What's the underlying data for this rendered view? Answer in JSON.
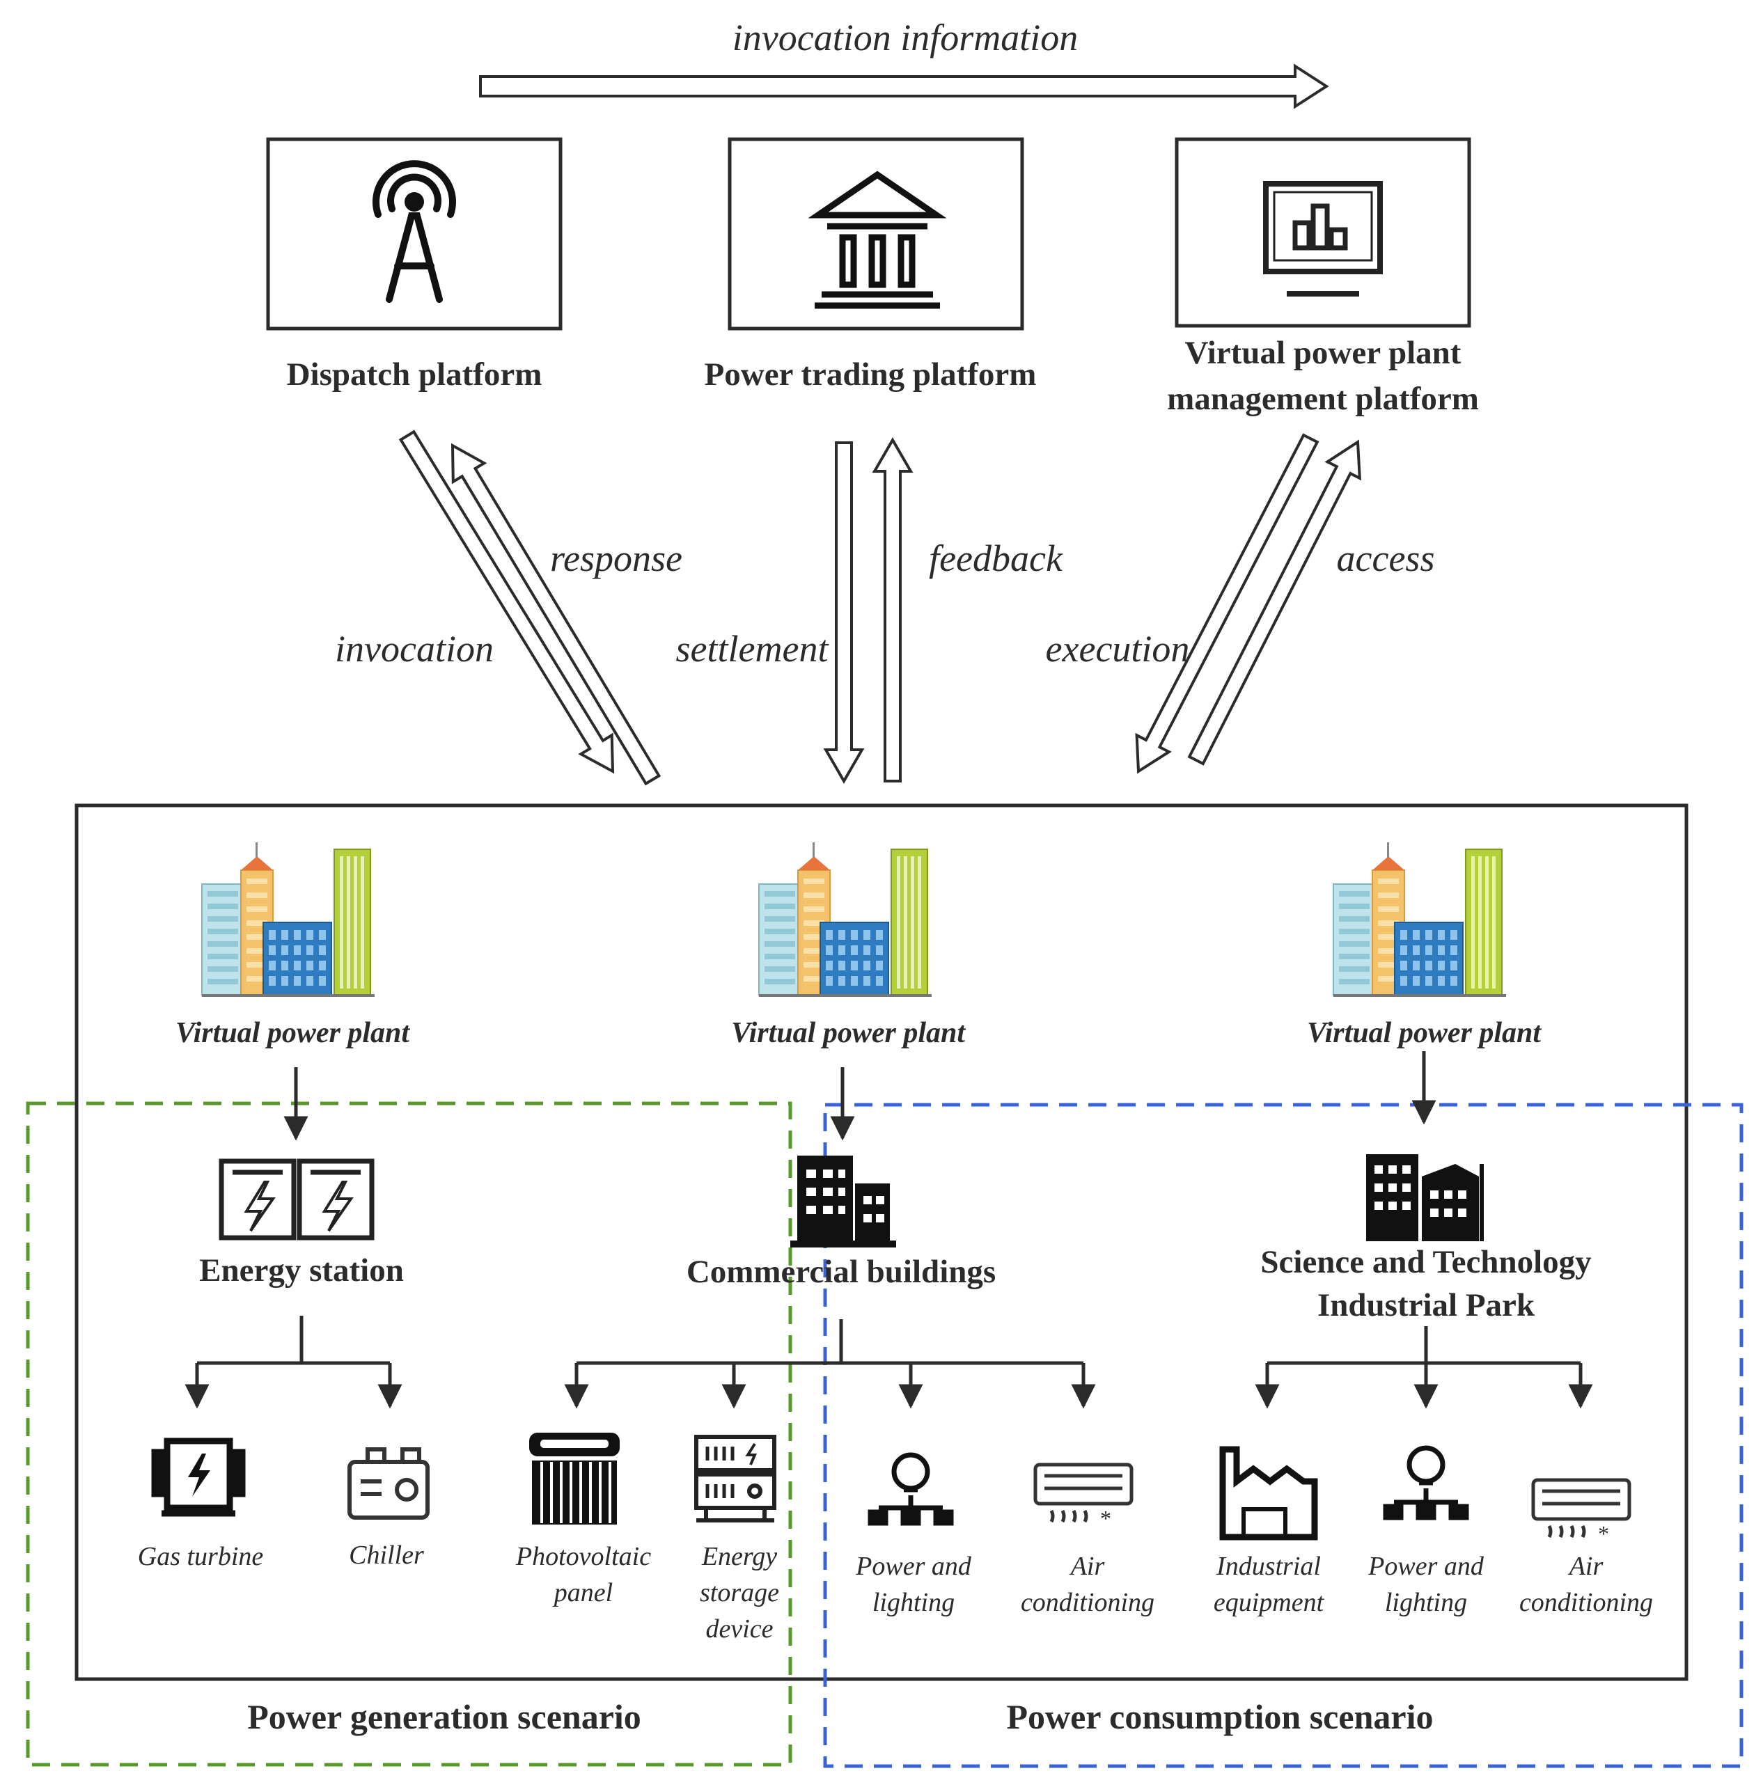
{
  "top_arrow": {
    "label": "invocation information"
  },
  "platforms": [
    {
      "id": "dispatch",
      "label_lines": [
        "Dispatch platform"
      ],
      "icon": "signal-tower-icon"
    },
    {
      "id": "trading",
      "label_lines": [
        "Power trading platform"
      ],
      "icon": "bank-icon"
    },
    {
      "id": "vpp-mgmt",
      "label_lines": [
        "Virtual power plant",
        "management platform"
      ],
      "icon": "monitor-chart-icon"
    }
  ],
  "flows": {
    "invocation": "invocation",
    "response": "response",
    "settlement": "settlement",
    "feedback": "feedback",
    "execution": "execution",
    "access": "access"
  },
  "vpp_label": "Virtual power plant",
  "facilities": {
    "energy_station": {
      "label_lines": [
        "Energy station"
      ],
      "icon": "energy-station-icon"
    },
    "commercial": {
      "label_lines": [
        "Commercial buildings"
      ],
      "icon": "office-building-icon"
    },
    "park": {
      "label_lines": [
        "Science and Technology",
        "Industrial Park"
      ],
      "icon": "industrial-park-icon"
    }
  },
  "devices": [
    {
      "id": "gas-turbine",
      "lines": [
        "Gas turbine"
      ],
      "icon": "gas-turbine-icon"
    },
    {
      "id": "chiller",
      "lines": [
        "Chiller"
      ],
      "icon": "chiller-icon"
    },
    {
      "id": "pv-panel",
      "lines": [
        "Photovoltaic",
        "panel"
      ],
      "icon": "solar-panel-icon"
    },
    {
      "id": "storage",
      "lines": [
        "Energy",
        "storage",
        "device"
      ],
      "icon": "battery-rack-icon"
    },
    {
      "id": "lighting-1",
      "lines": [
        "Power and",
        "lighting"
      ],
      "icon": "light-bulb-icon"
    },
    {
      "id": "ac-1",
      "lines": [
        "Air",
        "conditioning"
      ],
      "icon": "air-conditioner-icon"
    },
    {
      "id": "industrial",
      "lines": [
        "Industrial",
        "equipment"
      ],
      "icon": "factory-icon"
    },
    {
      "id": "lighting-2",
      "lines": [
        "Power and",
        "lighting"
      ],
      "icon": "light-bulb-icon"
    },
    {
      "id": "ac-2",
      "lines": [
        "Air",
        "conditioning"
      ],
      "icon": "air-conditioner-icon"
    }
  ],
  "scenarios": {
    "generation": "Power generation scenario",
    "consumption": "Power consumption scenario"
  },
  "colors": {
    "line": "#2b2b2b",
    "generation_border": "#5a9a2c",
    "consumption_border": "#3a63d8"
  }
}
